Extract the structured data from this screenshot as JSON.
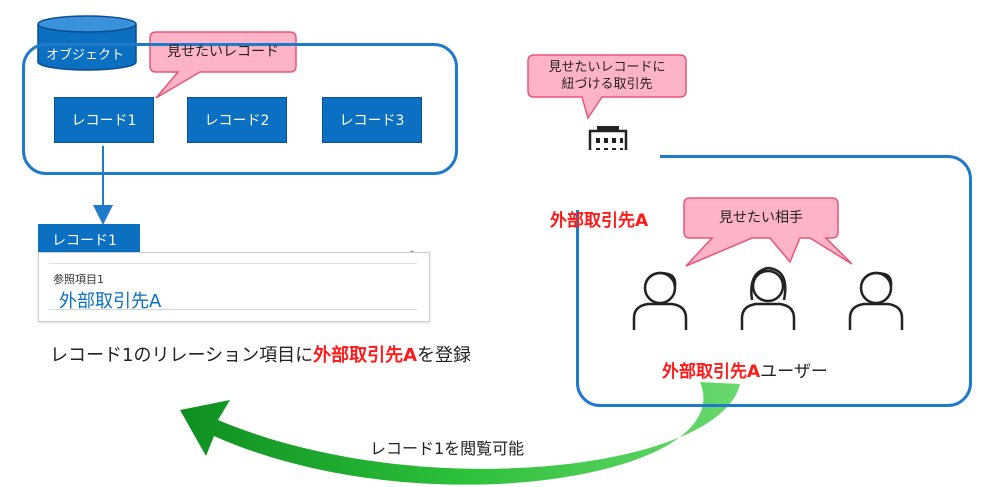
{
  "object_label": "オブジェクト",
  "callout_records": "見せたいレコード",
  "records": [
    "レコード1",
    "レコード2",
    "レコード3"
  ],
  "record_card": {
    "tab_label": "レコード1",
    "field_label": "参照項目1",
    "field_value": "外部取引先A"
  },
  "registration_note": {
    "prefix": "レコード1のリレーション項目に",
    "highlight": "外部取引先A",
    "suffix": "を登録"
  },
  "callout_account_line1": "見せたいレコードに",
  "callout_account_line2": "紐づける取引先",
  "account_name": "外部取引先A",
  "callout_users": "見せたい相手",
  "users_label": {
    "highlight": "外部取引先A",
    "suffix": "ユーザー"
  },
  "arrow_label": "レコード1を閲覧可能",
  "colors": {
    "frame_blue": "#1f7ac9",
    "record_blue": "#0b6fc2",
    "callout_pink": "#ffb3c6",
    "callout_border": "#e8557a",
    "highlight_red": "#ff1a1a",
    "arrow_green": "#1aa31a"
  }
}
